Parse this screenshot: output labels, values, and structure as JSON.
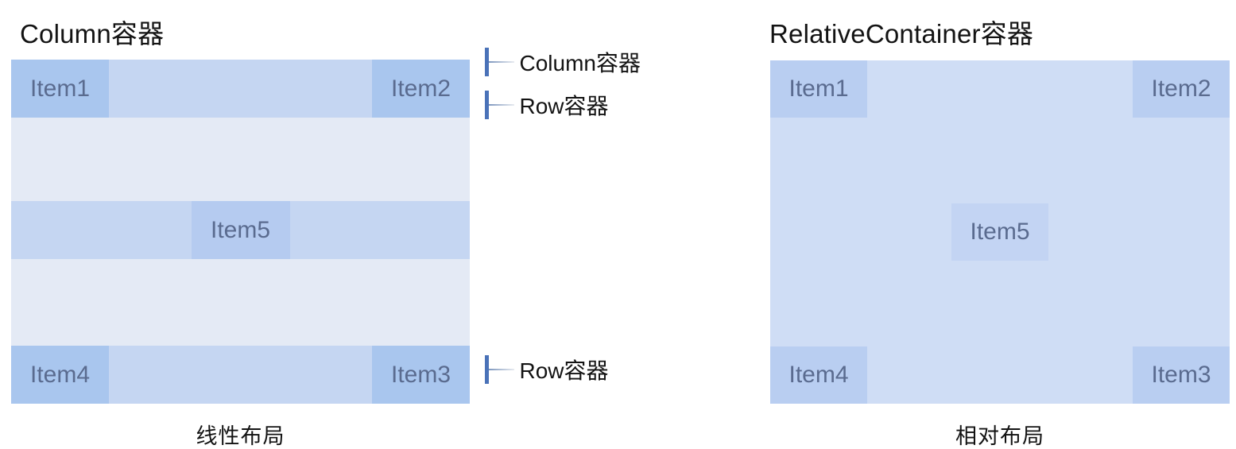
{
  "colors": {
    "page-bg": "#ffffff",
    "heading-text": "#131313",
    "item-text": "#5a6b8f",
    "left-container-bg": "#e4eaf5",
    "row-bg": "#c5d6f2",
    "left-item-bg": "#a9c6ee",
    "left-item5-bg": "#b5cbf0",
    "right-container-bg": "#cfddf5",
    "right-item-bg": "#b9cef1",
    "right-item5-bg": "#c3d4f3",
    "tick-color": "#4a72b8",
    "connector-start": "#7e97be",
    "connector-end": "#e8ebf0"
  },
  "left": {
    "title": "Column容器",
    "caption": "线性布局",
    "rows": [
      {
        "items": [
          {
            "label": "Item1"
          },
          {
            "label": "Item2"
          }
        ]
      },
      {
        "items": [
          {
            "label": "Item5"
          }
        ]
      },
      {
        "items": [
          {
            "label": "Item4"
          },
          {
            "label": "Item3"
          }
        ]
      }
    ]
  },
  "right": {
    "title": "RelativeContainer容器",
    "caption": "相对布局",
    "items": [
      {
        "label": "Item1",
        "position": "top-left"
      },
      {
        "label": "Item2",
        "position": "top-right"
      },
      {
        "label": "Item5",
        "position": "center"
      },
      {
        "label": "Item4",
        "position": "bottom-left"
      },
      {
        "label": "Item3",
        "position": "bottom-right"
      }
    ]
  },
  "annotations": [
    {
      "label": "Column容器"
    },
    {
      "label": "Row容器"
    },
    {
      "label": "Row容器"
    }
  ]
}
